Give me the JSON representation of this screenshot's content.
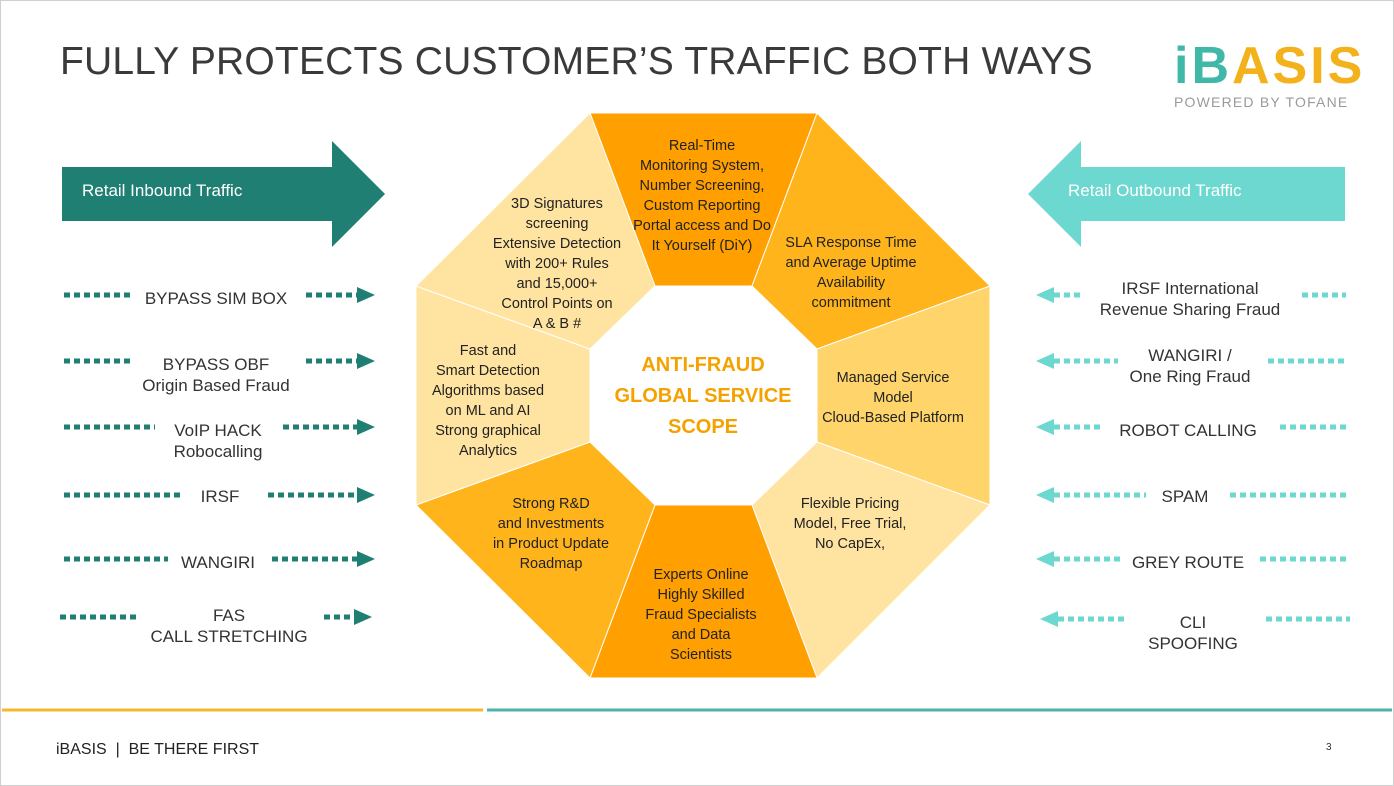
{
  "title": "FULLY PROTECTS CUSTOMER’S TRAFFIC BOTH WAYS",
  "logo": {
    "mark_part1": "iB",
    "mark_part2": "ASIS",
    "tagline": "POWERED BY TOFANE"
  },
  "colors": {
    "inbound_teal": "#1f7f72",
    "outbound_teal": "#6dd8cf",
    "orange_dark": "#ff9f00",
    "orange_mid": "#ffb41c",
    "orange_light": "#ffd56b",
    "orange_pale": "#ffe3a0",
    "accent_text": "#f5a100",
    "footer_yellow": "#f5b82e",
    "footer_teal": "#4fb3ab"
  },
  "inbound": {
    "label": "Retail Inbound Traffic",
    "items": [
      {
        "text": "BYPASS SIM BOX"
      },
      {
        "text": "BYPASS OBF\nOrigin Based Fraud"
      },
      {
        "text": "VoIP HACK\nRobocalling"
      },
      {
        "text": "IRSF"
      },
      {
        "text": "WANGIRI"
      },
      {
        "text": "FAS\nCALL STRETCHING"
      }
    ]
  },
  "outbound": {
    "label": "Retail Outbound Traffic",
    "items": [
      {
        "text": "IRSF International\nRevenue Sharing Fraud"
      },
      {
        "text": "WANGIRI /\nOne Ring Fraud"
      },
      {
        "text": "ROBOT CALLING"
      },
      {
        "text": "SPAM"
      },
      {
        "text": "GREY ROUTE"
      },
      {
        "text": "CLI\nSPOOFING"
      }
    ]
  },
  "octagon": {
    "center": "ANTI-FRAUD\nGLOBAL SERVICE\nSCOPE",
    "segments": [
      {
        "id": "top",
        "text": "Real-Time\nMonitoring System,\nNumber Screening,\nCustom Reporting\nPortal access and Do\nIt Yourself (DiY)"
      },
      {
        "id": "top-right",
        "text": "SLA Response Time\nand Average Uptime\nAvailability\ncommitment"
      },
      {
        "id": "right",
        "text": "Managed Service\nModel\nCloud-Based Platform"
      },
      {
        "id": "bottom-right",
        "text": "Flexible Pricing\nModel, Free Trial,\nNo CapEx,"
      },
      {
        "id": "bottom",
        "text": "Experts Online\nHighly Skilled\nFraud Specialists\nand Data\nScientists"
      },
      {
        "id": "bottom-left",
        "text": "Strong R&D\nand Investments\nin Product Update\nRoadmap"
      },
      {
        "id": "left",
        "text": "Fast and\nSmart Detection\nAlgorithms based\non ML and AI\nStrong graphical\nAnalytics"
      },
      {
        "id": "top-left",
        "text": "3D Signatures\nscreening\nExtensive Detection\nwith 200+ Rules\nand 15,000+\nControl Points on\nA & B #"
      }
    ]
  },
  "footer": {
    "brand": "iBASIS",
    "separator": "|",
    "slogan": "BE THERE FIRST",
    "page": "3"
  }
}
